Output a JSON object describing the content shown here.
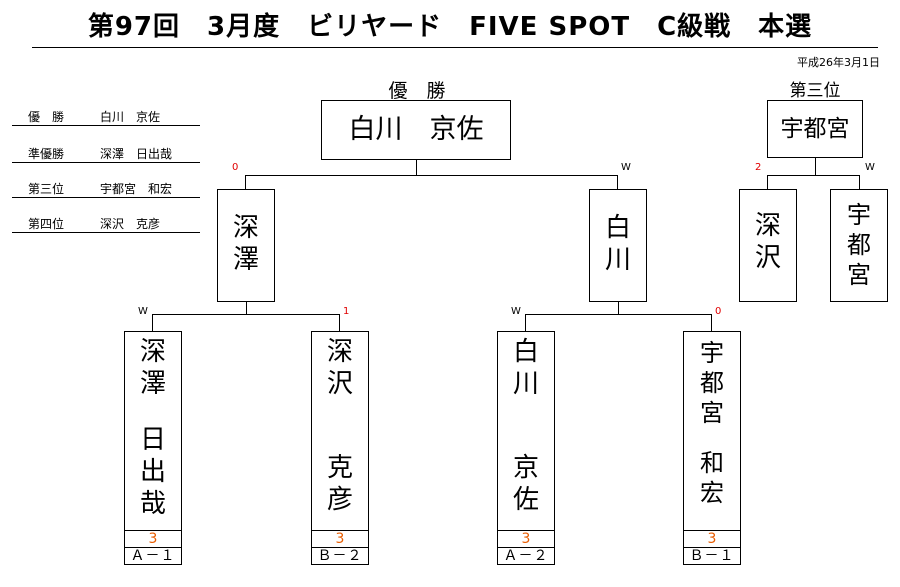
{
  "title": "第97回　3月度　ビリヤード　FIVE SPOT　C級戦　本選",
  "date": "平成26年3月1日",
  "champion_header": "優　勝",
  "champion_name": "白川　京佐",
  "third_header": "第三位",
  "third_name": "宇都宮",
  "results": [
    {
      "place": "優　勝",
      "name": "白川　京佐"
    },
    {
      "place": "準優勝",
      "name": "深澤　日出哉"
    },
    {
      "place": "第三位",
      "name": "宇都宮　和宏"
    },
    {
      "place": "第四位",
      "name": "深沢　克彦"
    }
  ],
  "semifinal": {
    "left": {
      "name": [
        "深",
        "澤"
      ],
      "score": "0"
    },
    "right": {
      "name": [
        "白",
        "川"
      ],
      "score": "W"
    }
  },
  "third_match": {
    "left": {
      "name": [
        "深",
        "沢"
      ],
      "score": "2"
    },
    "right": {
      "name": [
        "宇",
        "都",
        "宮"
      ],
      "score": "W"
    }
  },
  "players": [
    {
      "surname": [
        "深",
        "澤"
      ],
      "given": [
        "日",
        "出",
        "哉"
      ],
      "score": "W",
      "handicap": "3",
      "label": "Ａ－１"
    },
    {
      "surname": [
        "深",
        "沢"
      ],
      "given": [
        "克",
        "彦"
      ],
      "score": "1",
      "handicap": "3",
      "label": "Ｂ－２"
    },
    {
      "surname": [
        "白",
        "川"
      ],
      "given": [
        "京",
        "佐"
      ],
      "score": "W",
      "handicap": "3",
      "label": "Ａ－２"
    },
    {
      "surname": [
        "宇",
        "都",
        "宮"
      ],
      "given": [
        "和",
        "宏"
      ],
      "score": "0",
      "handicap": "3",
      "label": "Ｂ－１"
    }
  ]
}
